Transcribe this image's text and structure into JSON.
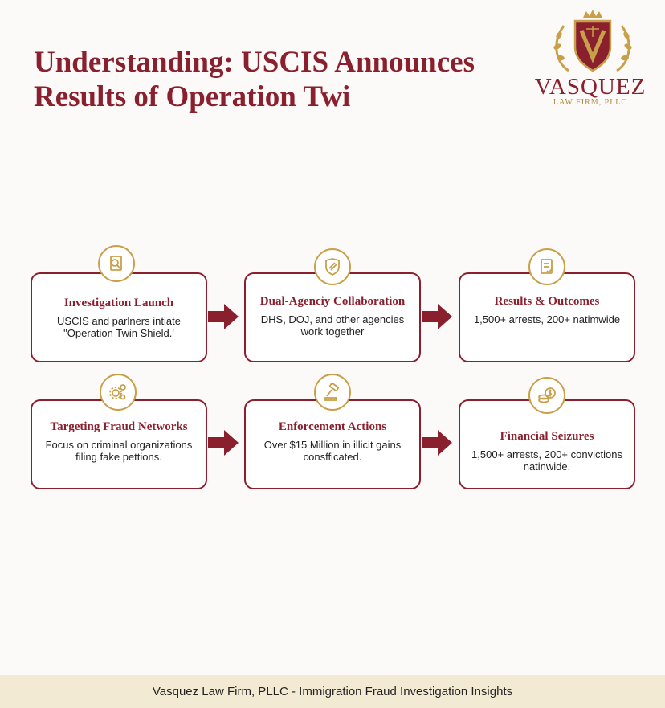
{
  "title": {
    "line1": "Understanding: USCIS Announces",
    "line2": "Results of Operation Twi"
  },
  "logo": {
    "name": "VASQUEZ",
    "subtitle": "LAW FIRM, PLLC"
  },
  "steps": [
    {
      "title": "Investigation Launch",
      "desc": "USCIS and parlners intiate \"Operation Twin Shield.'",
      "icon": "magnifier-document-icon"
    },
    {
      "title": "Dual-Agenciy Collaboration",
      "desc": "DHS, DOJ, and other agencies work together",
      "icon": "shield-icon"
    },
    {
      "title": "Results & Outcomes",
      "desc": "1,500+ arrests, 200+ natimwide",
      "icon": "checklist-document-icon"
    },
    {
      "title": "Targeting Fraud Networks",
      "desc": "Focus on criminal organizations filing fake pettions.",
      "icon": "gears-icon"
    },
    {
      "title": "Enforcement Actions",
      "desc": "Over $15 Million in illicit gains consfficated.",
      "icon": "gavel-icon"
    },
    {
      "title": "Financial Seizures",
      "desc": "1,500+ arrests, 200+ convictions natinwide.",
      "icon": "coins-icon"
    }
  ],
  "footer": "Vasquez Law Firm, PLLC - Immigration Fraud Investigation Insights",
  "colors": {
    "accent": "#8a1f2e",
    "gold": "#c9a04a",
    "footer_bg": "#f3ead4"
  }
}
